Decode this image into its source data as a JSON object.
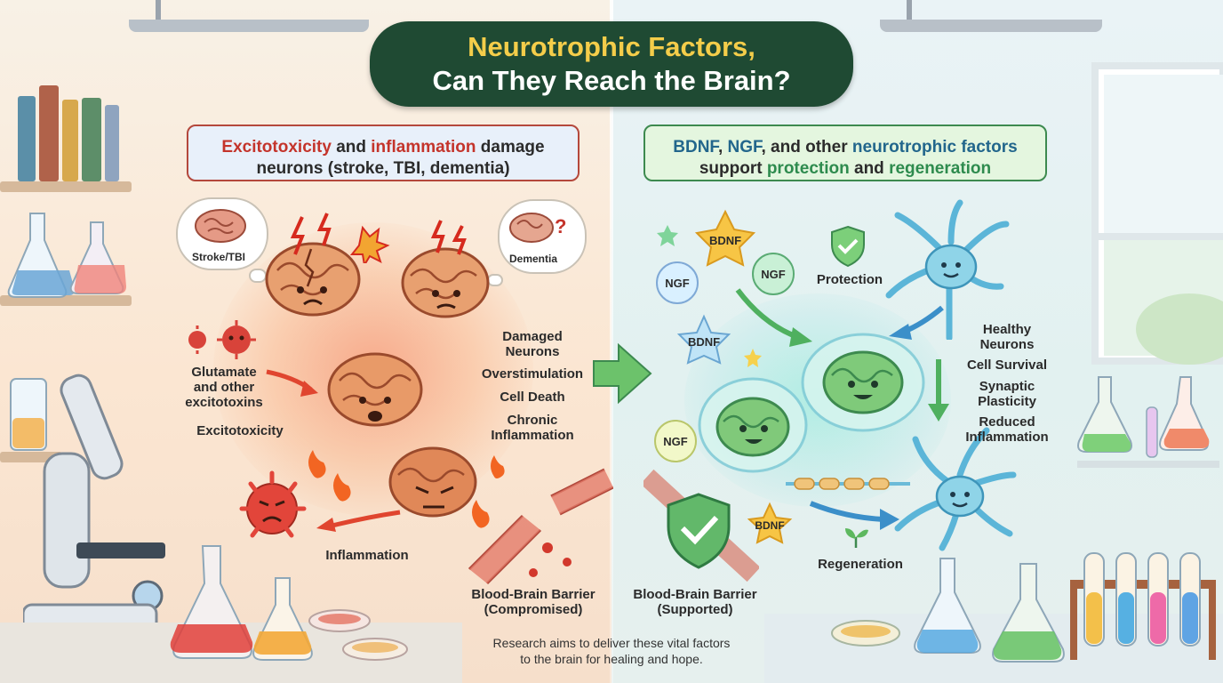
{
  "title": {
    "line1": "Neurotrophic Factors,",
    "line2": "Can They Reach the Brain?"
  },
  "left": {
    "header": {
      "part1": "Excitotoxicity",
      "part2": " and ",
      "part3": "inflammation",
      "part4": " damage",
      "line2": "neurons (stroke, TBI, dementia)"
    },
    "clouds": {
      "stroke": "Stroke/TBI",
      "dementia": "Dementia"
    },
    "labels": {
      "glutamate": [
        "Glutamate",
        "and other",
        "excitotoxins"
      ],
      "excitotoxicity": "Excitotoxicity",
      "damaged_neurons": [
        "Damaged",
        "Neurons"
      ],
      "overstimulation": "Overstimulation",
      "cell_death": "Cell Death",
      "chronic_inflammation": [
        "Chronic",
        "Inflammation"
      ],
      "inflammation": "Inflammation",
      "bbb": [
        "Blood-Brain Barrier",
        "(Compromised)"
      ]
    }
  },
  "right": {
    "header": {
      "part1": "BDNF",
      "part2": ", ",
      "part3": "NGF",
      "part4": ", and other ",
      "part5": "neurotrophic factors",
      "line2a": "support ",
      "line2b": "protection",
      "line2c": " and ",
      "line2d": "regeneration"
    },
    "badges": {
      "bdnf": "BDNF",
      "ngf": "NGF"
    },
    "labels": {
      "protection": "Protection",
      "healthy_neurons": [
        "Healthy",
        "Neurons"
      ],
      "cell_survival": "Cell Survival",
      "synaptic_plasticity": [
        "Synaptic",
        "Plasticity"
      ],
      "reduced_inflammation": [
        "Reduced",
        "Inflammation"
      ],
      "regeneration": "Regeneration",
      "bbb": [
        "Blood-Brain Barrier",
        "(Supported)"
      ]
    }
  },
  "footer": {
    "line1": "Research aims to deliver these vital factors",
    "line2": "to the brain for healing and hope."
  },
  "colors": {
    "title_bg": "#1f4a33",
    "title_accent": "#f4cd4a",
    "damage_red": "#c4342b",
    "factor_blue": "#22668c",
    "support_green": "#2e8b4e"
  }
}
